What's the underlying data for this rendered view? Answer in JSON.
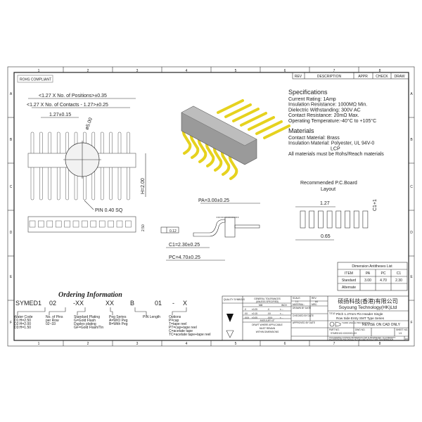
{
  "frame": {
    "columns": [
      "1",
      "2",
      "3",
      "4",
      "5",
      "6",
      "7",
      "8"
    ],
    "rows": [
      "A",
      "B",
      "C",
      "D",
      "E",
      "F"
    ]
  },
  "revision_table": {
    "headers": [
      "REV",
      "DESCRIPTION",
      "APPR",
      "CHECK",
      "DRAW"
    ]
  },
  "rohs": "ROHS COMPLIANT",
  "dimensions": {
    "positions": "<1.27 X No. of Positions>±0.35",
    "contacts": "<1.27 X No. of Contacts - 1.27>±0.25",
    "pitch": "1.27±0.15",
    "detail_circle": "ø5.00",
    "height": "H=2.00",
    "pin": "PIN 0.40 SQ",
    "body_height": "2.50",
    "pa": "PA=3.00±0.25",
    "flatness": "0.12",
    "c1": "C1=2.30±0.25",
    "pc": "PC=4.70±0.25"
  },
  "specifications": {
    "title": "Specifications",
    "lines": [
      "Current Rating:   1Amp",
      "Insulation Resistance:   1000MΩ Min.",
      "Dielectric Withstanding:   300V AC",
      "Contact Resistance:   20mΩ Max.",
      "Operating Temperature:-40°C to +105°C"
    ]
  },
  "materials": {
    "title": "Materials",
    "lines": [
      "Contact Material: Brass",
      "Insulation Material: Polyester, UL 94V-0",
      "LCP",
      "All materials must be Rohs/Reach materials"
    ]
  },
  "pcb_layout": {
    "title_1": "Recommended  P.C.Board",
    "title_2": "Layout",
    "pitch": "1.27",
    "pad_width": "0.65",
    "pad_length": "C1+1"
  },
  "antitheses": {
    "title": "Dimension  Antitheses  List",
    "headers": [
      "ITEM",
      "PA",
      "PC",
      "C1"
    ],
    "rows": [
      [
        "Standard",
        "3.00",
        "4.70",
        "2.30"
      ],
      [
        "Alternate",
        "",
        "",
        ""
      ]
    ]
  },
  "ordering": {
    "title": "Ordering Information",
    "code": [
      "SYMED1",
      "02",
      "-XX",
      "XX",
      "B",
      "01",
      "-",
      "X"
    ],
    "fields": [
      {
        "lines": [
          "Water Code",
          "D1:H=2.50",
          "D2:H=2.00",
          "D3:H=1.50"
        ]
      },
      {
        "lines": [
          "No. of Pins",
          "per Row",
          "02~33"
        ]
      },
      {
        "lines": [
          "Standard Plating",
          "G=Gold Flash",
          "Duplex plating",
          "GF=Gold Flash/Tin"
        ]
      },
      {
        "lines": [
          "Peg Series",
          "A=W/O Peg",
          "B=With Peg"
        ]
      },
      {
        "lines": [
          "PIN Length"
        ]
      },
      {
        "lines": [
          "Options",
          "P=cap",
          "T=tape reel",
          "PT=cap+tape reel",
          "C=acetate tape",
          "TC=acetate tape+tape reel"
        ]
      }
    ]
  },
  "title_block": {
    "quality": "QUALITY SYMBOLS",
    "tol_title": "GENERAL TOLERANCES",
    "tol_sub": "(UNLESS SPECIFIED)",
    "mm": "MM",
    "inch": "INCH",
    "tol_rows": [
      [
        ".X",
        "±0.25",
        ".X",
        "±...."
      ],
      [
        ".XX",
        "±0.15",
        ".XX",
        "±...."
      ],
      [
        ".XXX",
        "±0.05",
        ".XXX",
        "±...."
      ]
    ],
    "angular": "ANGULAR ±3°",
    "draft": [
      "DRAFT WHERE APPLICABLE",
      "MUST REMAIN",
      "WITHIN DIMENSIONS"
    ],
    "scale_label": "SCALE:",
    "scale": "1:1",
    "rev_label": "REV:",
    "rev": "A4",
    "material": "MATERIAL:",
    "mrc": "MRC:",
    "drawn": "DRAWN BY     DATE",
    "checked": "CHECKED BY     DATE",
    "approved": "APPROVED BY     DATE",
    "company_cn": "硕扬科技(香港)有限公司",
    "company_en": "Soyoung Technology(HK)Ltd",
    "title_label": "TITLE:",
    "title_1": "Pitch 1.27mm Pin Header Single",
    "title_2": "Row Side Entry SMT Type Series",
    "projection": "THIRD ANGLE PROJECTION",
    "revise": "REVISE ON CAD ONLY",
    "part_label": "PART NO.",
    "part_no": "SYMED102-XXXXX01-XX",
    "dwg_label": "DWG NO.",
    "sheet_label": "SHEET NO.",
    "sheet": "1/1",
    "notice_1": "THIS DRAWING CONTAINS INFORMATION THAT IS PROPRIETARY TO SYMEDANTS",
    "notice_2": "INCORPORATED AND SHOULD NOT BE USED WITHOUT WRITTEN PERMISSION",
    "size": "A4"
  },
  "colors": {
    "gold": "#e6d21e",
    "housing": "#9a9a9a",
    "line": "#333333"
  }
}
